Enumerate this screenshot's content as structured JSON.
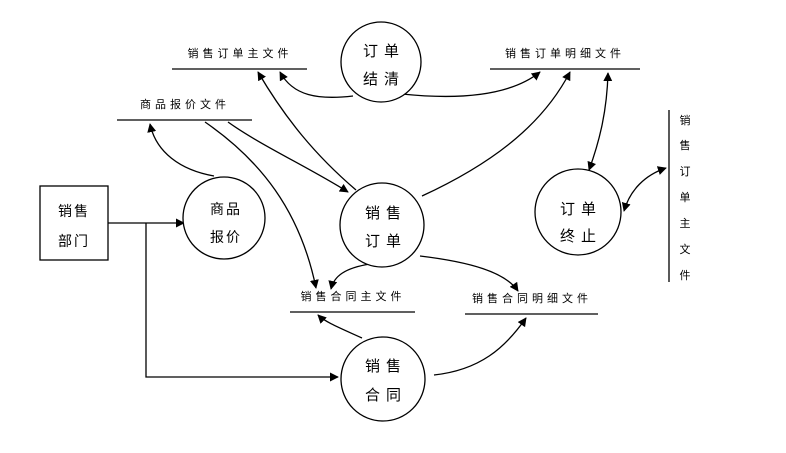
{
  "entities": {
    "sales_department": {
      "line1": "销售",
      "line2": "部门"
    }
  },
  "processes": {
    "order_settlement": {
      "line1": "订单",
      "line2": "结清"
    },
    "product_quotation": {
      "line1": "商品",
      "line2": "报价"
    },
    "sales_order": {
      "line1": "销售",
      "line2": "订单"
    },
    "order_termination": {
      "line1": "订单",
      "line2": "终止"
    },
    "sales_contract": {
      "line1": "销售",
      "line2": "合同"
    }
  },
  "stores": {
    "sales_order_master": "销售订单主文件",
    "sales_order_detail": "销售订单明细文件",
    "product_quote_file": "商品报价文件",
    "sales_contract_master": "销售合同主文件",
    "sales_contract_detail": "销售合同明细文件",
    "sales_order_master_vertical": [
      "销",
      "售",
      "订",
      "单",
      "主",
      "文",
      "件"
    ]
  },
  "colors": {
    "line": "#000000",
    "background": "#ffffff"
  }
}
